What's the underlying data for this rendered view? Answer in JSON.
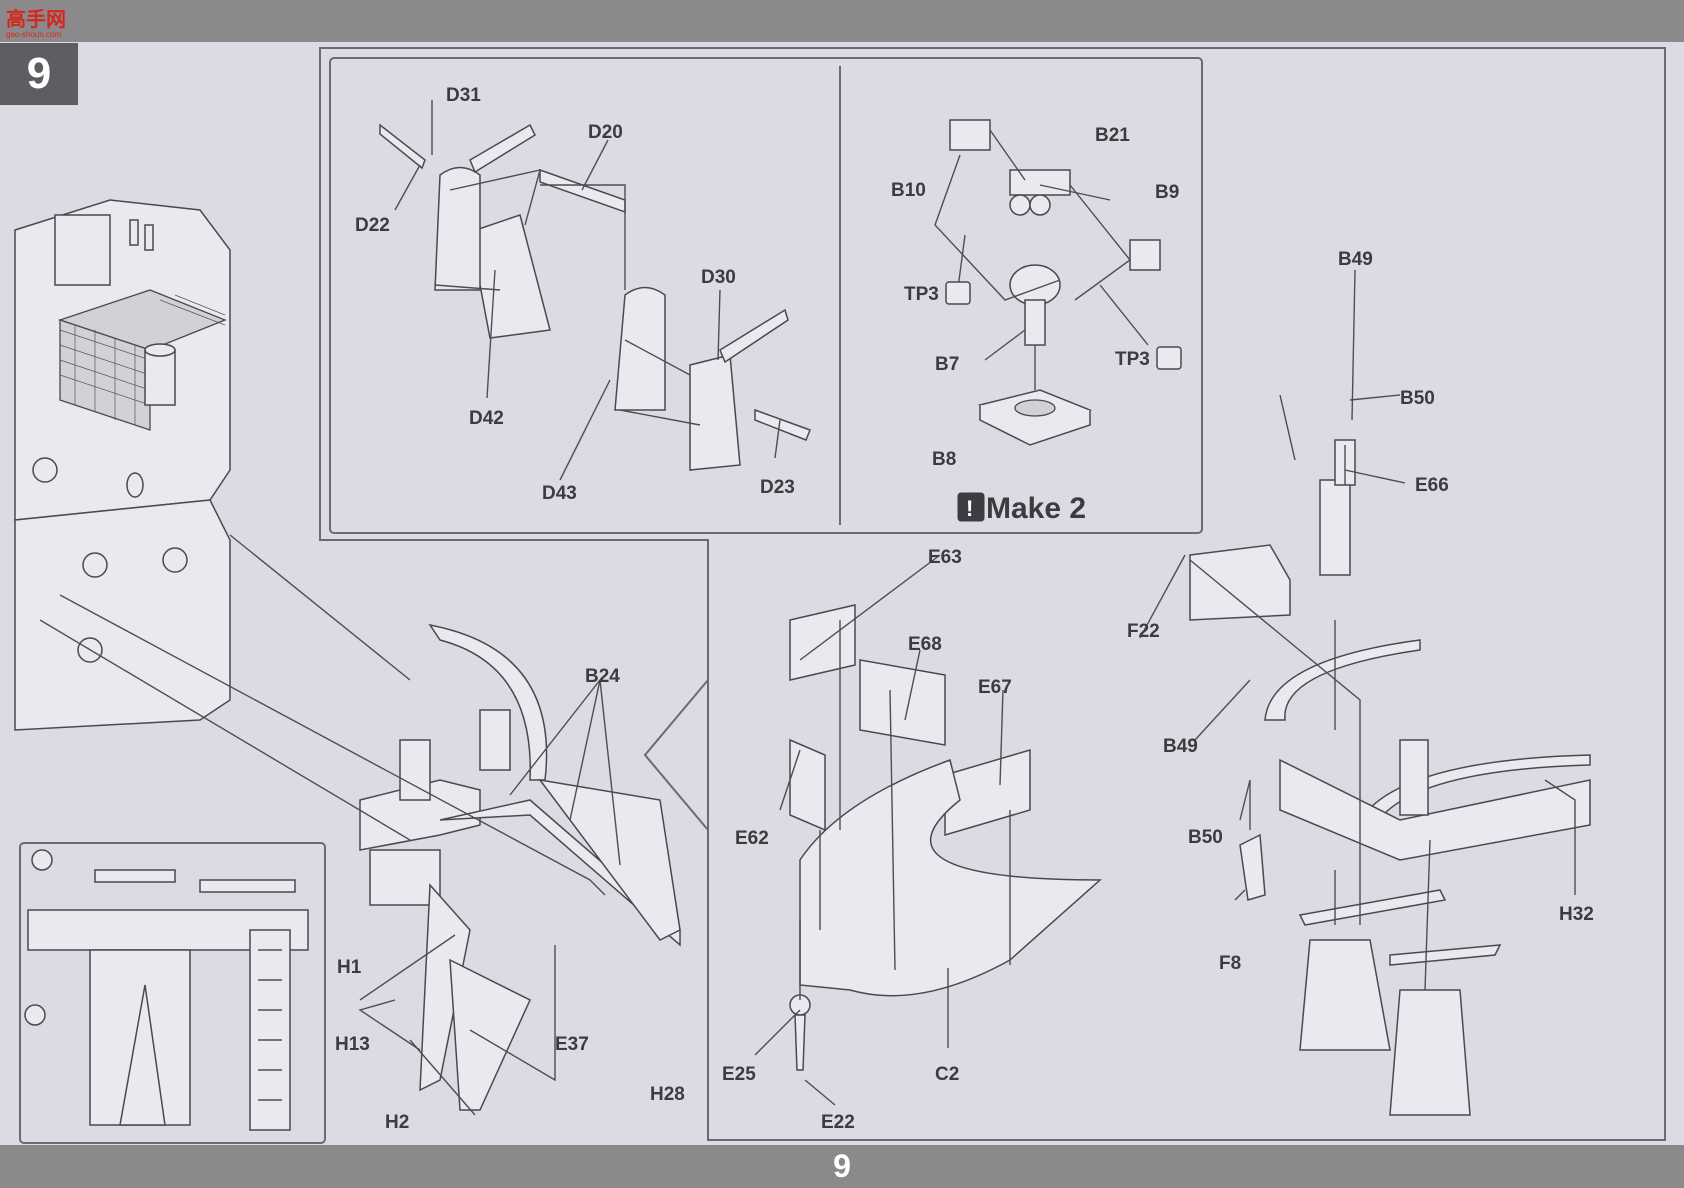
{
  "step": "9",
  "page_number": "9",
  "watermark": {
    "cn": "高手网",
    "url": "gao-shoun.com"
  },
  "make_note": "Make 2",
  "labels": {
    "D31": "D31",
    "D20": "D20",
    "D22": "D22",
    "D30": "D30",
    "D42": "D42",
    "D43": "D43",
    "D23": "D23",
    "B21": "B21",
    "B10": "B10",
    "B9": "B9",
    "TP3a": "TP3",
    "TP3b": "TP3",
    "B7": "B7",
    "B8": "B8",
    "B49a": "B49",
    "B50a": "B50",
    "E66": "E66",
    "F22": "F22",
    "B49b": "B49",
    "B50b": "B50",
    "F8": "F8",
    "H32": "H32",
    "E63": "E63",
    "E68": "E68",
    "E67": "E67",
    "E62": "E62",
    "E25": "E25",
    "C2": "C2",
    "E22": "E22",
    "B24": "B24",
    "H1": "H1",
    "H13": "H13",
    "E37": "E37",
    "H2": "H2",
    "H28": "H28"
  }
}
